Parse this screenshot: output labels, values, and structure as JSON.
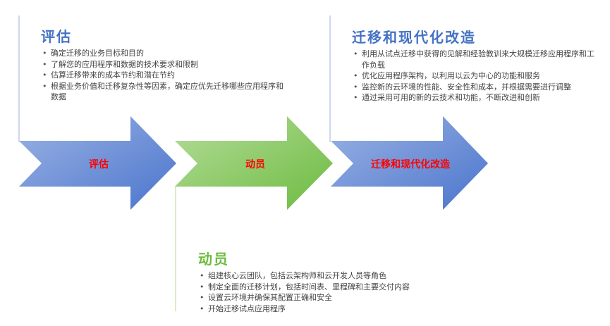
{
  "colors": {
    "blue_title": "#4472c4",
    "green_title": "#6cbc3c",
    "label": "#ff0000"
  },
  "arrows": [
    {
      "label": "评估"
    },
    {
      "label": "动员"
    },
    {
      "label": "迁移和现代化改造"
    }
  ],
  "assess": {
    "title": "评估",
    "items": [
      "确定迁移的业务目标和目的",
      "了解您的应用程序和数据的技术要求和限制",
      "估算迁移带来的成本节约和潜在节约",
      "根据业务价值和迁移复杂性等因素，确定应优先迁移哪些应用程序和数据"
    ]
  },
  "mobilize": {
    "title": "动员",
    "items": [
      "组建核心云团队，包括云架构师和云开发人员等角色",
      "制定全面的迁移计划，包括时间表、里程碑和主要交付内容",
      "设置云环境并确保其配置正确和安全",
      "开始迁移试点应用程序"
    ]
  },
  "migrate": {
    "title": "迁移和现代化改造",
    "items": [
      "利用从试点迁移中获得的见解和经验教训来大规模迁移应用程序和工作负载",
      "优化应用程序架构，以利用以云为中心的功能和服务",
      "监控新的云环境的性能、安全性和成本，并根据需要进行调整",
      "通过采用可用的新的云技术和功能，不断改进和创新"
    ]
  }
}
